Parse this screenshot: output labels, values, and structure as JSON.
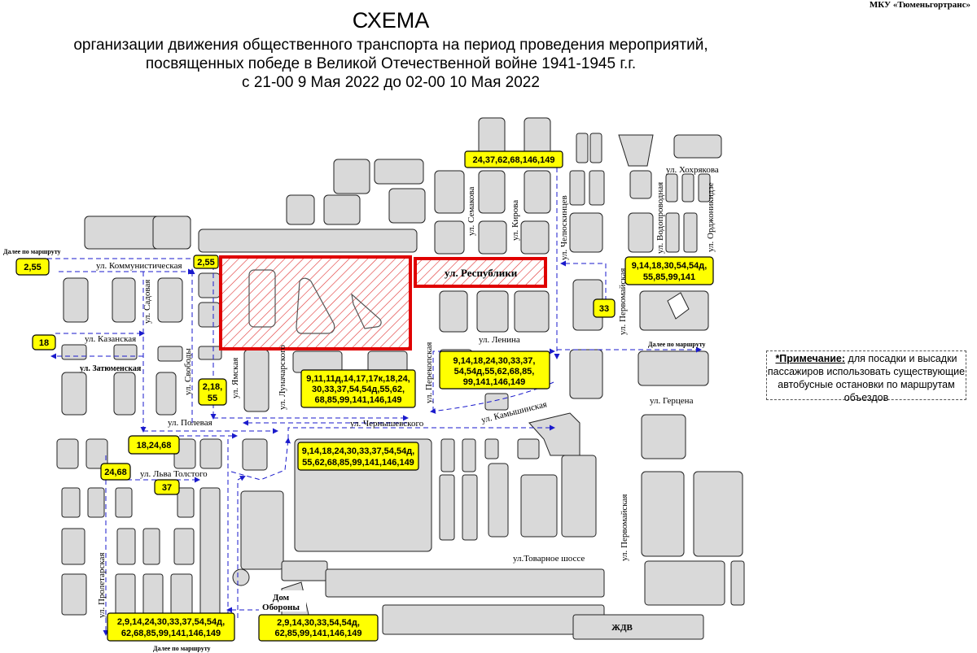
{
  "header": {
    "organization": "МКУ «Тюменьгортранс»",
    "title": "СХЕМА",
    "subtitle_lines": [
      "организации движения общественного транспорта на период проведения мероприятий,",
      "посвященных победе в Великой Отечественной войне 1941-1945 г.г.",
      "с 21-00 9 Мая 2022 до 02-00 10 Мая 2022"
    ]
  },
  "note": {
    "label": "*Примечание:",
    "text": "для посадки и высадки пассажиров использовать существующие автобусные остановки по маршрутам объездов"
  },
  "streets": {
    "kommunisticheskaya": "ул. Коммунистическая",
    "sadovaya": "ул. Садовая",
    "kazanskaya": "ул. Казанская",
    "zatyumenskaya": "ул. Затюменская",
    "svobody": "ул. Свободы",
    "yamskaya": "ул. Ямская",
    "lunacharskogo": "ул. Луначарского",
    "polevaya": "ул. Полевая",
    "chernyshevskogo": "ул. Чернышевского",
    "lva_tolstogo": "ул. Льва Толстого",
    "proletarskaya": "ул. Пролетарская",
    "respubliki": "ул. Республики",
    "lenina": "ул. Ленина",
    "perekopskaya": "ул. Перекопская",
    "kamyshinskaya": "ул. Камышинская",
    "semakova": "ул. Семакова",
    "kirova": "ул. Кирова",
    "chelyuskintsev": "ул. Челюскинцев",
    "khokhryakova": "ул. Хохрякова",
    "vodoprovodnaya": "ул. Водопроводная",
    "ordzhonikidze": "ул. Орджоникидзе",
    "pervomayskaya": "ул. Первомайская",
    "gertsena": "ул. Герцена",
    "tovarnoe_shosse": "ул.Товарное шоссе"
  },
  "places": {
    "dom_oborony_line1": "Дом",
    "dom_oborony_line2": "Обороны",
    "zhdv": "ЖДВ"
  },
  "continuation": {
    "left": "Далее по маршруту",
    "right": "Далее по маршруту",
    "bottom": "Далее по маршруту"
  },
  "route_boxes": {
    "top": "24,37,62,68,146,149",
    "left_255": "2,55",
    "mid_255": "2,55",
    "left_18": "18",
    "svobody": [
      "2,18,",
      "55"
    ],
    "polevaya": "18,24,68",
    "lt_2468": "24,68",
    "lt_37": "37",
    "lunach": [
      "9,11,11д,14,17,17к,18,24,",
      "30,33,37,54,54д,55,62,",
      "68,85,99,141,146,149"
    ],
    "lenina": [
      "9,14,18,24,30,33,37,",
      "54,54д,55,62,68,85,",
      "99,141,146,149"
    ],
    "chern": [
      "9,14,18,24,30,33,37,54,54д,",
      "55,62,68,85,99,141,146,149"
    ],
    "right": [
      "9,14,18,30,54,54д,",
      "55,85,99,141"
    ],
    "r33": "33",
    "bottom_left": [
      "2,9,14,24,30,33,37,54,54д,",
      "62,68,85,99,141,146,149"
    ],
    "bottom_mid": [
      "2,9,14,30,33,54,54д,",
      "62,85,99,141,146,149"
    ]
  },
  "colors": {
    "closure": "#e00000",
    "route_arrows": "#1a1acc",
    "route_box": "#ffff00",
    "building": "#d9d9d9"
  }
}
